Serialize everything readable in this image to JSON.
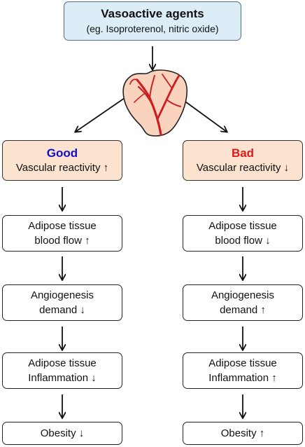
{
  "top": {
    "title": "Vasoactive agents",
    "subtitle": "(eg. Isoproterenol, nitric oxide)"
  },
  "left": {
    "heading": "Good",
    "reactivity": "Vascular reactivity ↑",
    "flow_line1": "Adipose tissue",
    "flow_line2": "blood flow  ↑",
    "angio_line1": "Angiogenesis",
    "angio_line2": "demand ↓",
    "inflam_line1": "Adipose tissue",
    "inflam_line2": "Inflammation ↓",
    "obesity": "Obesity  ↓"
  },
  "right": {
    "heading": "Bad",
    "reactivity": "Vascular reactivity ↓",
    "flow_line1": "Adipose tissue",
    "flow_line2": "blood flow  ↓",
    "angio_line1": "Angiogenesis",
    "angio_line2": "demand ↑",
    "inflam_line1": "Adipose tissue",
    "inflam_line2": "Inflammation ↑",
    "obesity": "Obesity  ↑"
  },
  "colors": {
    "good_heading": "#1010c8",
    "bad_heading": "#e0181c",
    "top_box_fill": "#dcedf7",
    "reactivity_box_fill": "#fbe3cf",
    "tissue_fill": "#f9d3bd",
    "vessel": "#cc1f1f"
  },
  "icons": {
    "tissue": "adipose-tissue-with-blood-vessels-icon"
  }
}
